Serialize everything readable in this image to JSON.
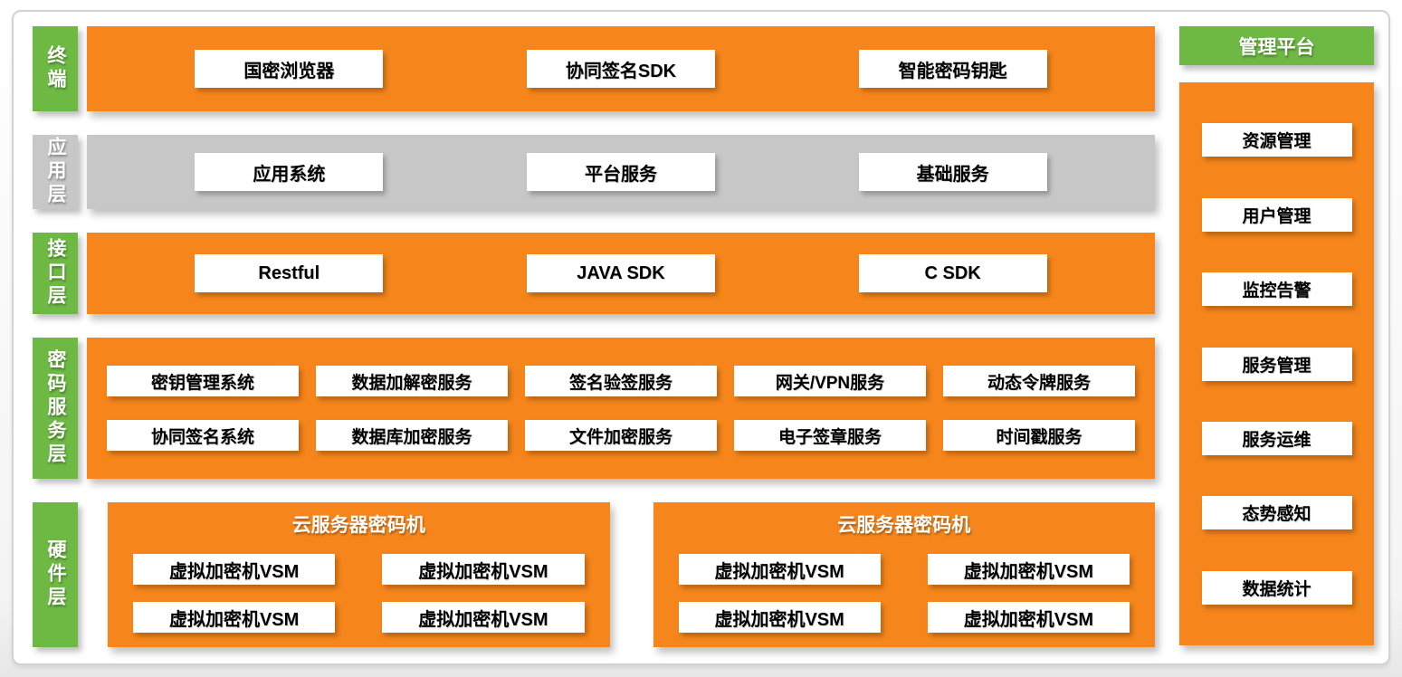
{
  "colors": {
    "orange": "#f6861b",
    "green": "#6db944",
    "gray": "#c7c7c7",
    "box_bg": "#ffffff",
    "box_text": "#000000"
  },
  "layers": [
    {
      "label": "终端",
      "items": [
        "国密浏览器",
        "协同签名SDK",
        "智能密码钥匙"
      ]
    },
    {
      "label": "应用层",
      "items": [
        "应用系统",
        "平台服务",
        "基础服务"
      ]
    },
    {
      "label": "接口层",
      "items": [
        "Restful",
        "JAVA SDK",
        "C SDK"
      ]
    },
    {
      "label": "密码服务层",
      "rows": [
        [
          "密钥管理系统",
          "数据加解密服务",
          "签名验签服务",
          "网关/VPN服务",
          "动态令牌服务"
        ],
        [
          "协同签名系统",
          "数据库加密服务",
          "文件加密服务",
          "电子签章服务",
          "时间戳服务"
        ]
      ]
    },
    {
      "label": "硬件层",
      "groups": [
        {
          "title": "云服务器密码机",
          "items": [
            "虚拟加密机VSM",
            "虚拟加密机VSM",
            "虚拟加密机VSM",
            "虚拟加密机VSM"
          ]
        },
        {
          "title": "云服务器密码机",
          "items": [
            "虚拟加密机VSM",
            "虚拟加密机VSM",
            "虚拟加密机VSM",
            "虚拟加密机VSM"
          ]
        }
      ]
    }
  ],
  "management": {
    "title": "管理平台",
    "items": [
      "资源管理",
      "用户管理",
      "监控告警",
      "服务管理",
      "服务运维",
      "态势感知",
      "数据统计"
    ]
  }
}
